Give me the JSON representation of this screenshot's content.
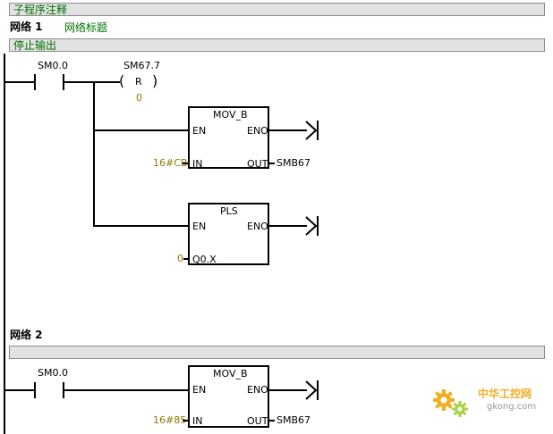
{
  "subroutine_comment": "子程序注释",
  "networks": [
    {
      "label": "网络 1",
      "title": "网络标题",
      "comment": "停止输出",
      "contact": {
        "address": "SM0.0"
      },
      "coil": {
        "address": "SM67.7",
        "type": "R",
        "count": "0"
      },
      "boxes": [
        {
          "name": "MOV_B",
          "en": "EN",
          "eno": "ENO",
          "in_pin": "IN",
          "out_pin": "OUT",
          "in_value": "16#CB",
          "out_value": "SMB67"
        },
        {
          "name": "PLS",
          "en": "EN",
          "eno": "ENO",
          "pin": "Q0.X",
          "pin_value": "0"
        }
      ]
    },
    {
      "label": "网络 2",
      "title": "",
      "comment": "",
      "contact": {
        "address": "SM0.0"
      },
      "boxes": [
        {
          "name": "MOV_B",
          "en": "EN",
          "eno": "ENO",
          "in_pin": "IN",
          "out_pin": "OUT",
          "in_value": "16#85",
          "out_value": "SMB67"
        }
      ]
    }
  ],
  "watermark": {
    "name": "中华工控网",
    "url": "gkong.com"
  },
  "colors": {
    "label_green": "#007000",
    "value_olive": "#8c7a00",
    "bar_gray": "#e2e2e2",
    "watermark_orange": "#f0a000"
  }
}
